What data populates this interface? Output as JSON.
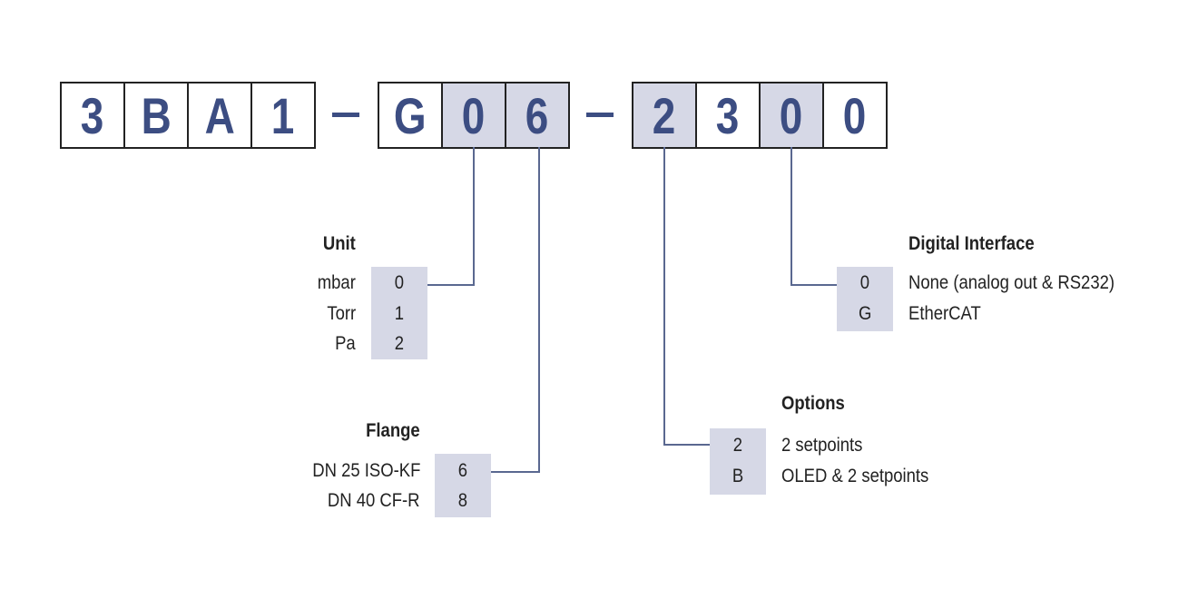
{
  "code": {
    "group1": [
      "3",
      "B",
      "A",
      "1"
    ],
    "group2": [
      "G",
      "0",
      "6"
    ],
    "group3": [
      "2",
      "3",
      "0",
      "0"
    ],
    "separator": "–"
  },
  "unit": {
    "heading": "Unit",
    "rows": [
      {
        "label": "mbar",
        "code": "0"
      },
      {
        "label": "Torr",
        "code": "1"
      },
      {
        "label": "Pa",
        "code": "2"
      }
    ]
  },
  "flange": {
    "heading": "Flange",
    "rows": [
      {
        "label": "DN 25 ISO-KF",
        "code": "6"
      },
      {
        "label": "DN 40 CF-R",
        "code": "8"
      }
    ]
  },
  "options": {
    "heading": "Options",
    "rows": [
      {
        "label": "2 setpoints",
        "code": "2"
      },
      {
        "label": "OLED & 2 setpoints",
        "code": "B"
      }
    ]
  },
  "digital": {
    "heading": "Digital Interface",
    "rows": [
      {
        "label": "None (analog out & RS232)",
        "code": "0"
      },
      {
        "label": "EtherCAT",
        "code": "G"
      }
    ]
  },
  "colors": {
    "text": "#3c4d82",
    "highlight": "#d6d8e6",
    "line": "#5a6890"
  }
}
